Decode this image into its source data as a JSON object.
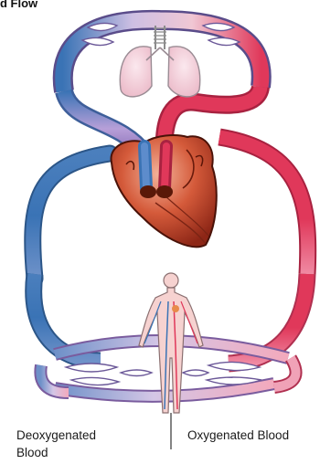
{
  "title": "d Flow",
  "labels": {
    "deoxygenated": "Deoxygenated Blood",
    "oxygenated": "Oxygenated Blood"
  },
  "colors": {
    "deoxygenated": "#3a73b5",
    "oxygenated": "#e0385a",
    "capillary_mix": "#c7b6e0",
    "heart": "#c9472c",
    "lungs": "#f2d3dc",
    "body": "#f6d2d0"
  }
}
